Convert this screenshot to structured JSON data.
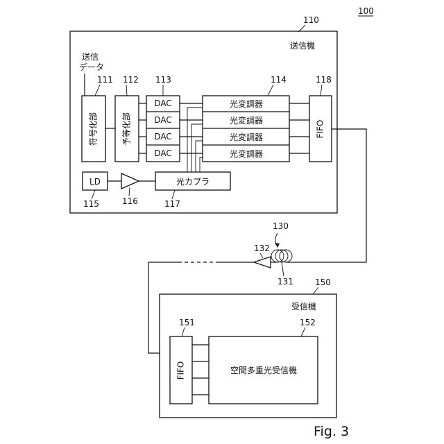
{
  "figure": {
    "system_ref": "100",
    "caption": "Fig. 3"
  },
  "transmitter": {
    "ref": "110",
    "label": "送信機",
    "input_label_line1": "送信",
    "input_label_line2": "データ",
    "encoder": {
      "ref": "111",
      "label": "符号化部"
    },
    "pre_equalizer": {
      "ref": "112",
      "label": "予等化部"
    },
    "dac": {
      "ref": "113",
      "labels": [
        "DAC",
        "DAC",
        "DAC",
        "DAC"
      ]
    },
    "modulators": {
      "ref": "114",
      "labels": [
        "光変調器",
        "光変調器",
        "光変調器",
        "光変調器"
      ]
    },
    "fifo": {
      "ref": "118",
      "label": "FIFO"
    },
    "ld": {
      "ref": "115",
      "label": "LD"
    },
    "amplifier": {
      "ref": "116"
    },
    "coupler": {
      "ref": "117",
      "label": "光カプラ"
    }
  },
  "transmission_line": {
    "fiber_ref": "130",
    "amplifier_ref": "132",
    "coil_ref": "131"
  },
  "receiver": {
    "ref": "150",
    "label": "受信機",
    "fifo": {
      "ref": "151",
      "label": "FIFO"
    },
    "sdm_receiver": {
      "ref": "152",
      "label": "空間多重光受信機"
    }
  }
}
